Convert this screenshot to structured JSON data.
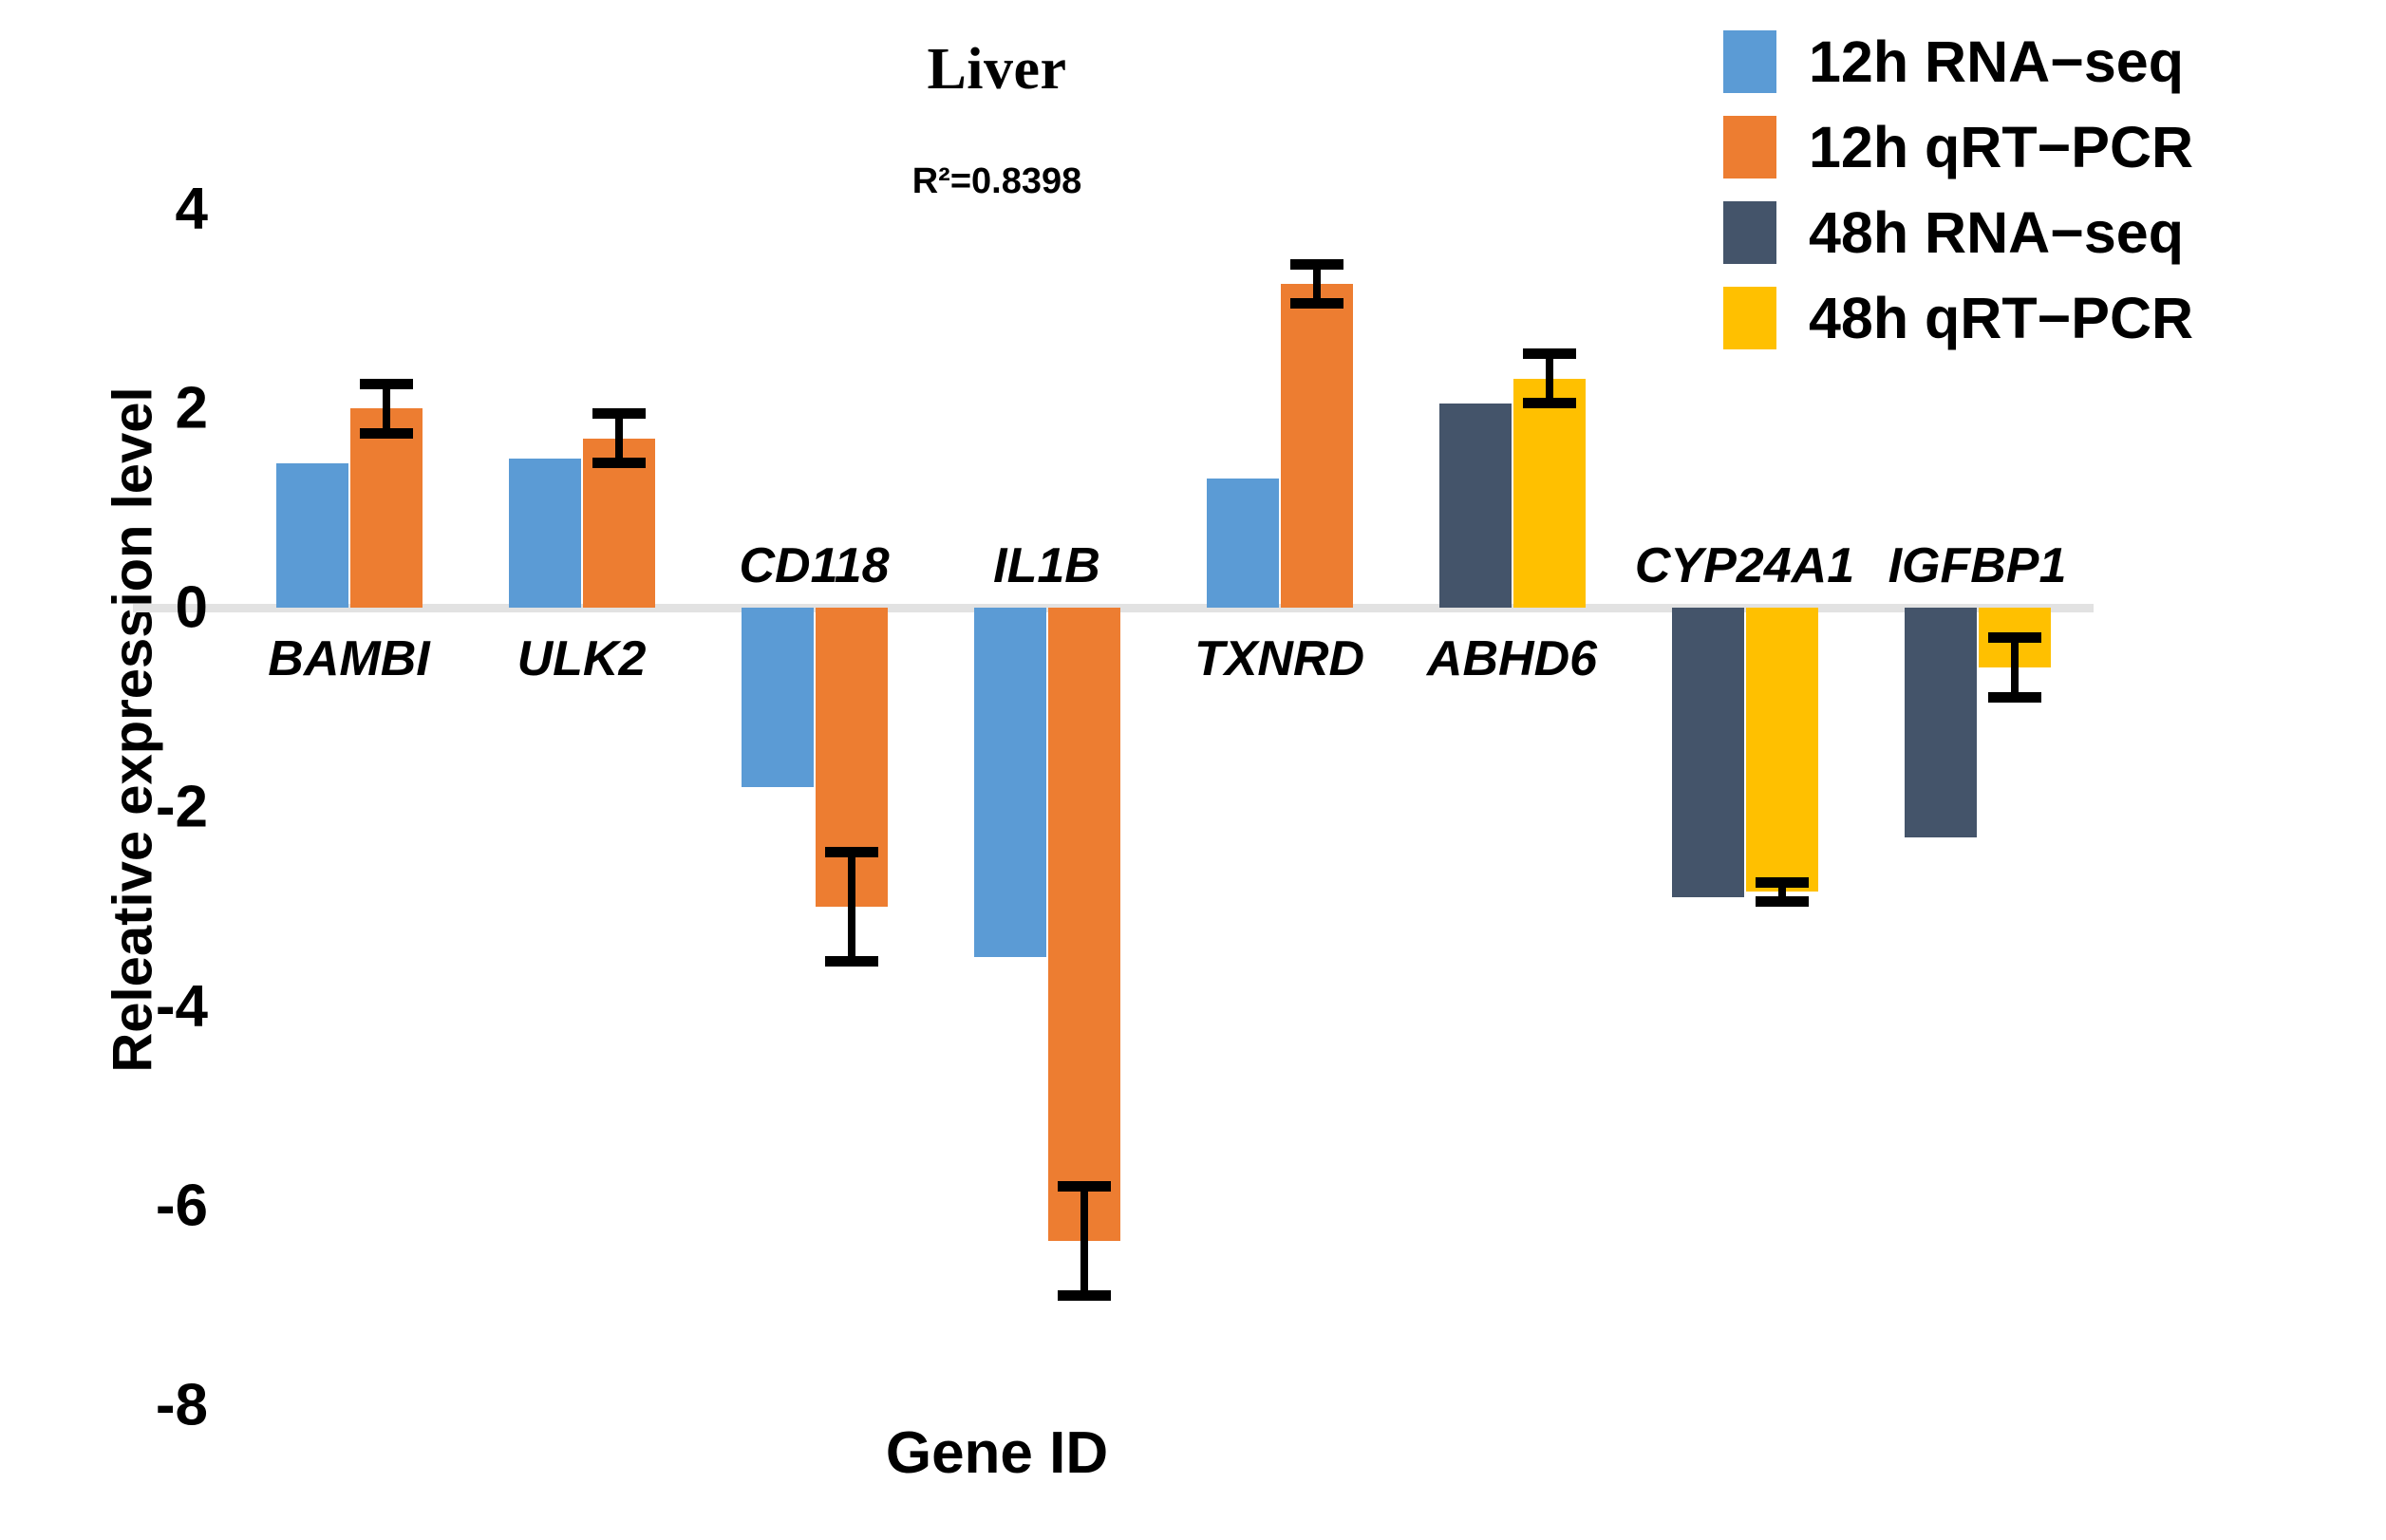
{
  "header": {
    "title": "Liver",
    "subtitle": "R²=0.8398"
  },
  "legend": {
    "position": "top-right",
    "items": [
      {
        "label": "12h RNA−seq",
        "color": "#5B9BD5"
      },
      {
        "label": "12h qRT−PCR",
        "color": "#ED7D31"
      },
      {
        "label": "48h RNA−seq",
        "color": "#44546A"
      },
      {
        "label": "48h qRT−PCR",
        "color": "#FFC000"
      }
    ]
  },
  "axes": {
    "x_title": "Gene ID",
    "y_title": "Releative expression level",
    "y_ticks": [
      "4",
      "2",
      "0",
      "-2",
      "-4",
      "-6",
      "-8"
    ],
    "y_min": -8,
    "y_max": 4
  },
  "chart_data": {
    "type": "bar",
    "title": "Liver",
    "subtitle": "R²=0.8398",
    "xlabel": "Gene ID",
    "ylabel": "Releative expression level",
    "ylim": [
      -8,
      4
    ],
    "ytick_values": [
      4,
      2,
      0,
      -2,
      -4,
      -6,
      -8
    ],
    "grid": false,
    "legend_position": "top-right",
    "categories": [
      "BAMBI",
      "ULK2",
      "CD118",
      "IL1B",
      "TXNRD",
      "ABHD6",
      "CYP24A1",
      "IGFBP1"
    ],
    "series": [
      {
        "name": "12h RNA−seq",
        "color": "#5B9BD5",
        "values": [
          1.45,
          1.5,
          -1.8,
          -3.5,
          1.3,
          null,
          null,
          null
        ],
        "errors": [
          null,
          null,
          null,
          null,
          null,
          null,
          null,
          null
        ]
      },
      {
        "name": "12h qRT−PCR",
        "color": "#ED7D31",
        "values": [
          2.0,
          1.7,
          -3.0,
          -6.35,
          3.25,
          null,
          null,
          null
        ],
        "errors": [
          0.3,
          0.3,
          0.6,
          0.6,
          0.25,
          null,
          null,
          null
        ]
      },
      {
        "name": "48h RNA−seq",
        "color": "#44546A",
        "values": [
          null,
          null,
          null,
          null,
          null,
          2.05,
          -2.9,
          -2.3
        ],
        "errors": [
          null,
          null,
          null,
          null,
          null,
          null,
          null,
          null
        ]
      },
      {
        "name": "48h qRT−PCR",
        "color": "#FFC000",
        "values": [
          null,
          null,
          null,
          null,
          null,
          2.3,
          -2.85,
          -0.6
        ],
        "errors": [
          null,
          null,
          null,
          null,
          null,
          0.3,
          0.15,
          0.35
        ]
      }
    ]
  },
  "gene_labels": [
    {
      "text": "BAMBI",
      "side": "below"
    },
    {
      "text": "ULK2",
      "side": "below"
    },
    {
      "text": "CD118",
      "side": "above"
    },
    {
      "text": "IL1B",
      "side": "above"
    },
    {
      "text": "TXNRD",
      "side": "below"
    },
    {
      "text": "ABHD6",
      "side": "below"
    },
    {
      "text": "CYP24A1",
      "side": "above"
    },
    {
      "text": "IGFBP1",
      "side": "above"
    }
  ]
}
